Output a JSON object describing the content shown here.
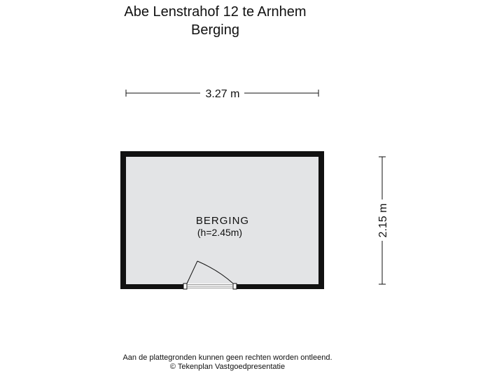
{
  "header": {
    "address": "Abe Lenstrahof 12 te Arnhem",
    "floor": "Berging"
  },
  "room": {
    "name": "BERGING",
    "height": "(h=2.45m)"
  },
  "dimensions": {
    "width": "3.27 m",
    "depth": "2.15 m"
  },
  "footer": {
    "disclaimer": "Aan de plattegronden kunnen geen rechten worden ontleend.",
    "copyright": "© Tekenplan Vastgoedpresentatie"
  },
  "colors": {
    "wall": "#111111",
    "floor": "#e3e4e6",
    "text": "#111111"
  }
}
